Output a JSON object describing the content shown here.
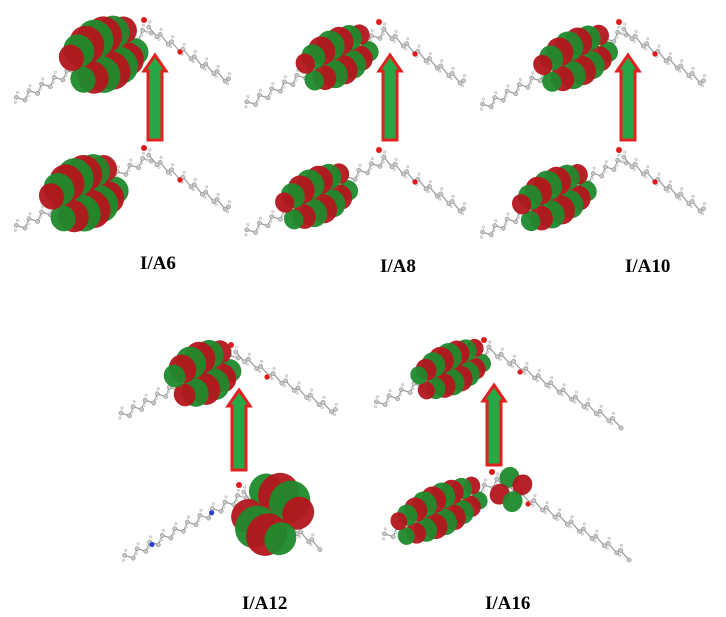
{
  "panels": [
    {
      "id": "A6",
      "label": "I/A6"
    },
    {
      "id": "A8",
      "label": "I/A8"
    },
    {
      "id": "A10",
      "label": "I/A10"
    },
    {
      "id": "A12",
      "label": "I/A12"
    },
    {
      "id": "A16",
      "label": "I/A16"
    }
  ],
  "colors": {
    "background": "#ffffff",
    "orbital_positive": "#b3161c",
    "orbital_negative": "#1f8a2c",
    "atom_carbon": "#c8c8c8",
    "atom_oxygen": "#e21b1b",
    "atom_nitrogen": "#2a3fd6",
    "arrow_fill": "#27a745",
    "arrow_outline": "#e32020",
    "label_text": "#000000"
  }
}
